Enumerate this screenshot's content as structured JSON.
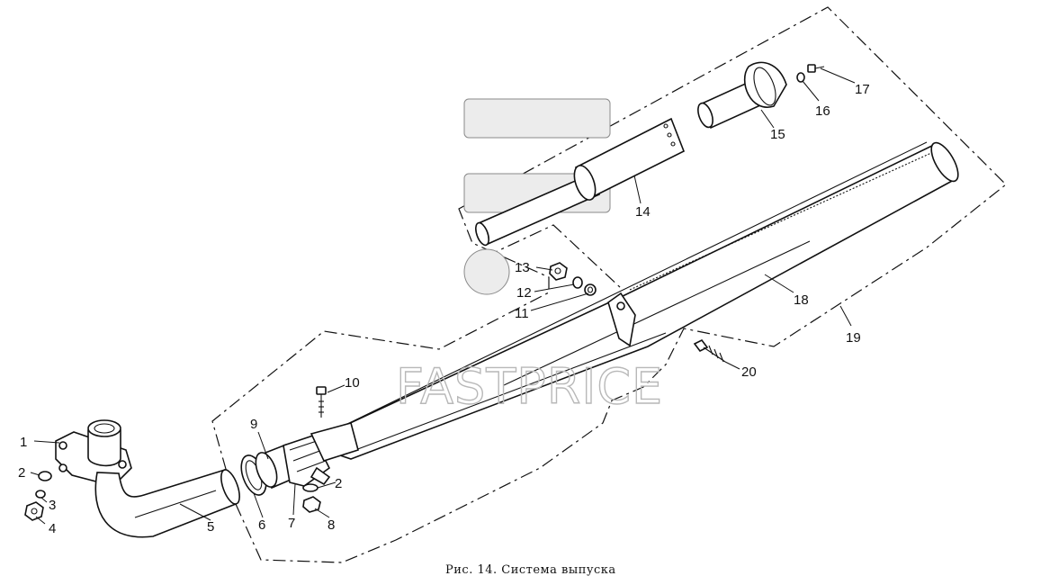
{
  "caption": "Рис. 14. Система выпуска",
  "watermark": "FASTPRICE",
  "part_labels": {
    "p1": "1",
    "p2a": "2",
    "p2b": "2",
    "p3": "3",
    "p4": "4",
    "p5": "5",
    "p6": "6",
    "p7": "7",
    "p8": "8",
    "p9": "9",
    "p10": "10",
    "p11": "11",
    "p12": "12",
    "p13": "13",
    "p14": "14",
    "p15": "15",
    "p16": "16",
    "p17": "17",
    "p18": "18",
    "p19": "19",
    "p20": "20"
  }
}
